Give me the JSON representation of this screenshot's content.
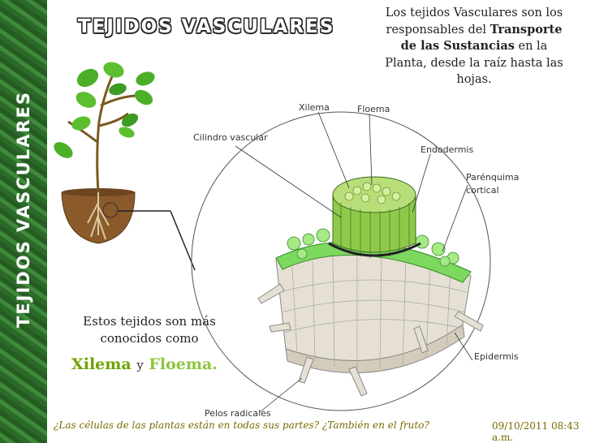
{
  "sidebar": {
    "label": "TEJIDOS VASCULARES"
  },
  "title": "TEJIDOS VASCULARES",
  "description": {
    "part1": "Los tejidos Vasculares son los responsables del ",
    "bold1": "Transporte de las Sustancias",
    "part2": " en la Planta, desde la raíz hasta las hojas."
  },
  "known_text": "Estos tejidos son más conocidos como",
  "names": {
    "xilema": "Xilema",
    "y": "y",
    "floema": "Floema."
  },
  "diagram_labels": {
    "xilema": "Xilema",
    "floema": "Floema",
    "cilindro": "Cilindro vascular",
    "endodermis": "Endodermis",
    "parenquima1": "Parénquima",
    "parenquima2": "cortical",
    "epidermis": "Epidermis",
    "pelos": "Pelos radicales"
  },
  "footer": {
    "question": "¿Las células de las plantas están en todas sus partes? ¿También en el fruto?",
    "date": "09/10/2011 08:43 a.m."
  },
  "colors": {
    "green_dark": "#6fa300",
    "green_light": "#8dc63f",
    "footer": "#7a6a00",
    "soil": "#8a5a2b"
  }
}
